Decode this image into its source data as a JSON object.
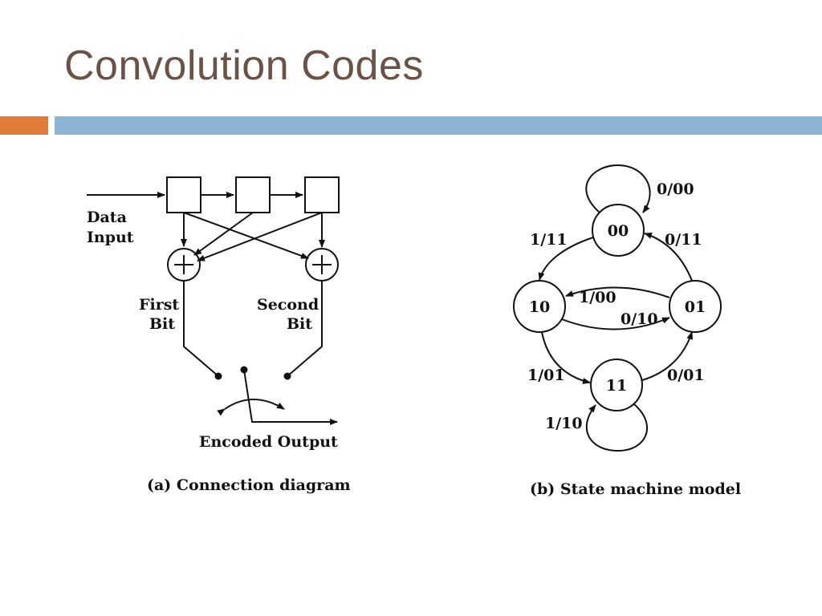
{
  "slide": {
    "title": "Convolution Codes",
    "accent_orange": "#e07b3a",
    "accent_blue": "#8eb4d3",
    "title_color": "#6b5246"
  },
  "connection_diagram": {
    "data_input_line1": "Data",
    "data_input_line2": "Input",
    "first_bit_line1": "First",
    "first_bit_line2": "Bit",
    "second_bit_line1": "Second",
    "second_bit_line2": "Bit",
    "encoded_output": "Encoded Output",
    "caption": "(a) Connection diagram"
  },
  "state_machine": {
    "states": [
      "00",
      "10",
      "01",
      "11"
    ],
    "transitions": {
      "s00_self": "0/00",
      "s00_to_10": "1/11",
      "s01_to_00": "0/11",
      "s01_to_10": "1/00",
      "s10_to_01": "0/10",
      "s10_to_11": "1/01",
      "s11_to_01": "0/01",
      "s11_self": "1/10"
    },
    "caption": "(b) State machine model"
  }
}
